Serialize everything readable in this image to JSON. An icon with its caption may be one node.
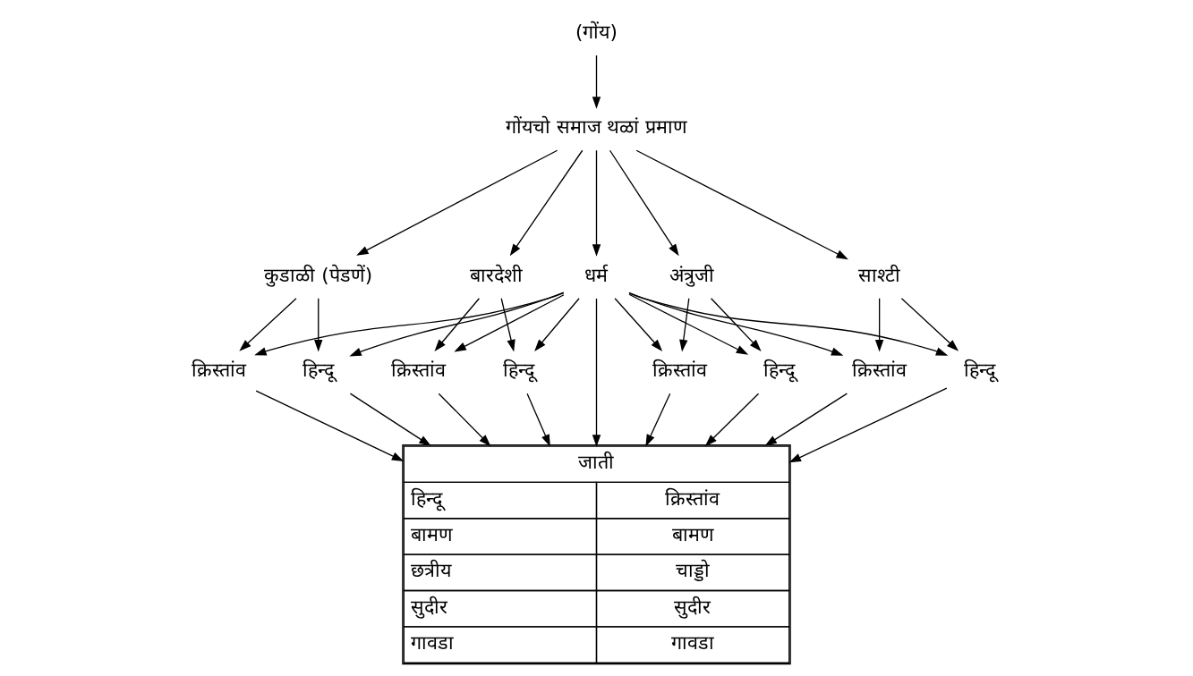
{
  "diagram": {
    "nodes": [
      {
        "text": [
          "(गोंय)"
        ]
      },
      {
        "text": [
          "गोंयचो समाज थळां प्रमाण"
        ]
      },
      {
        "text": [
          "कुडाळी (पेडणें)"
        ]
      },
      {
        "text": [
          "बारदेशी"
        ]
      },
      {
        "text": [
          "अंत्रुजी"
        ]
      },
      {
        "text": [
          "साश्टी"
        ]
      },
      {
        "text": [
          "धर्म"
        ]
      },
      {
        "text": [
          "हिन्दू"
        ]
      },
      {
        "text": [
          "क्रिस्तांव"
        ]
      },
      {
        "text": [
          "हिन्दू"
        ]
      },
      {
        "text": [
          "क्रिस्तांव"
        ]
      },
      {
        "text": [
          "हिन्दू"
        ]
      },
      {
        "text": [
          "क्रिस्तांव"
        ]
      },
      {
        "text": [
          "हिन्दू"
        ]
      },
      {
        "text": [
          "क्रिस्तांव"
        ]
      },
      {
        "text": [
          "जाती",
          "हिन्दू",
          "क्रिस्तांव",
          "बामण",
          "बामण",
          "छत्रीय",
          "चाड्डो",
          "सुदीर",
          "सुदीर",
          "गावडा",
          "गावडा"
        ]
      }
    ],
    "edges": [
      {
        "from": 0,
        "to": 1,
        "arrow": "to"
      },
      {
        "from": 1,
        "to": 2,
        "arrow": "to"
      },
      {
        "from": 1,
        "to": 3,
        "arrow": "to"
      },
      {
        "from": 1,
        "to": 6,
        "arrow": "to"
      },
      {
        "from": 1,
        "to": 4,
        "arrow": "to"
      },
      {
        "from": 1,
        "to": 5,
        "arrow": "to"
      },
      {
        "from": 2,
        "to": 7,
        "arrow": "to"
      },
      {
        "from": 2,
        "to": 8,
        "arrow": "to"
      },
      {
        "from": 3,
        "to": 9,
        "arrow": "to"
      },
      {
        "from": 3,
        "to": 10,
        "arrow": "to"
      },
      {
        "from": 4,
        "to": 11,
        "arrow": "to"
      },
      {
        "from": 4,
        "to": 12,
        "arrow": "to"
      },
      {
        "from": 5,
        "to": 13,
        "arrow": "to"
      },
      {
        "from": 5,
        "to": 14,
        "arrow": "to"
      },
      {
        "from": 6,
        "to": 7,
        "arrow": "to"
      },
      {
        "from": 6,
        "to": 8,
        "arrow": "to"
      },
      {
        "from": 6,
        "to": 9,
        "arrow": "to"
      },
      {
        "from": 6,
        "to": 10,
        "arrow": "to"
      },
      {
        "from": 6,
        "to": 11,
        "arrow": "to"
      },
      {
        "from": 6,
        "to": 12,
        "arrow": "to"
      },
      {
        "from": 6,
        "to": 13,
        "arrow": "to"
      },
      {
        "from": 6,
        "to": 14,
        "arrow": "to"
      },
      {
        "from": 6,
        "to": 15,
        "arrow": "to"
      },
      {
        "from": 7,
        "to": 15,
        "arrow": "to"
      },
      {
        "from": 9,
        "to": 15,
        "arrow": "to"
      },
      {
        "from": 11,
        "to": 15,
        "arrow": "to"
      },
      {
        "from": 13,
        "to": 15,
        "arrow": "to"
      },
      {
        "from": 8,
        "to": 15,
        "arrow": "to"
      },
      {
        "from": 10,
        "to": 15,
        "arrow": "to"
      },
      {
        "from": 12,
        "to": 15,
        "arrow": "to"
      },
      {
        "from": 14,
        "to": 15,
        "arrow": "to"
      }
    ]
  }
}
